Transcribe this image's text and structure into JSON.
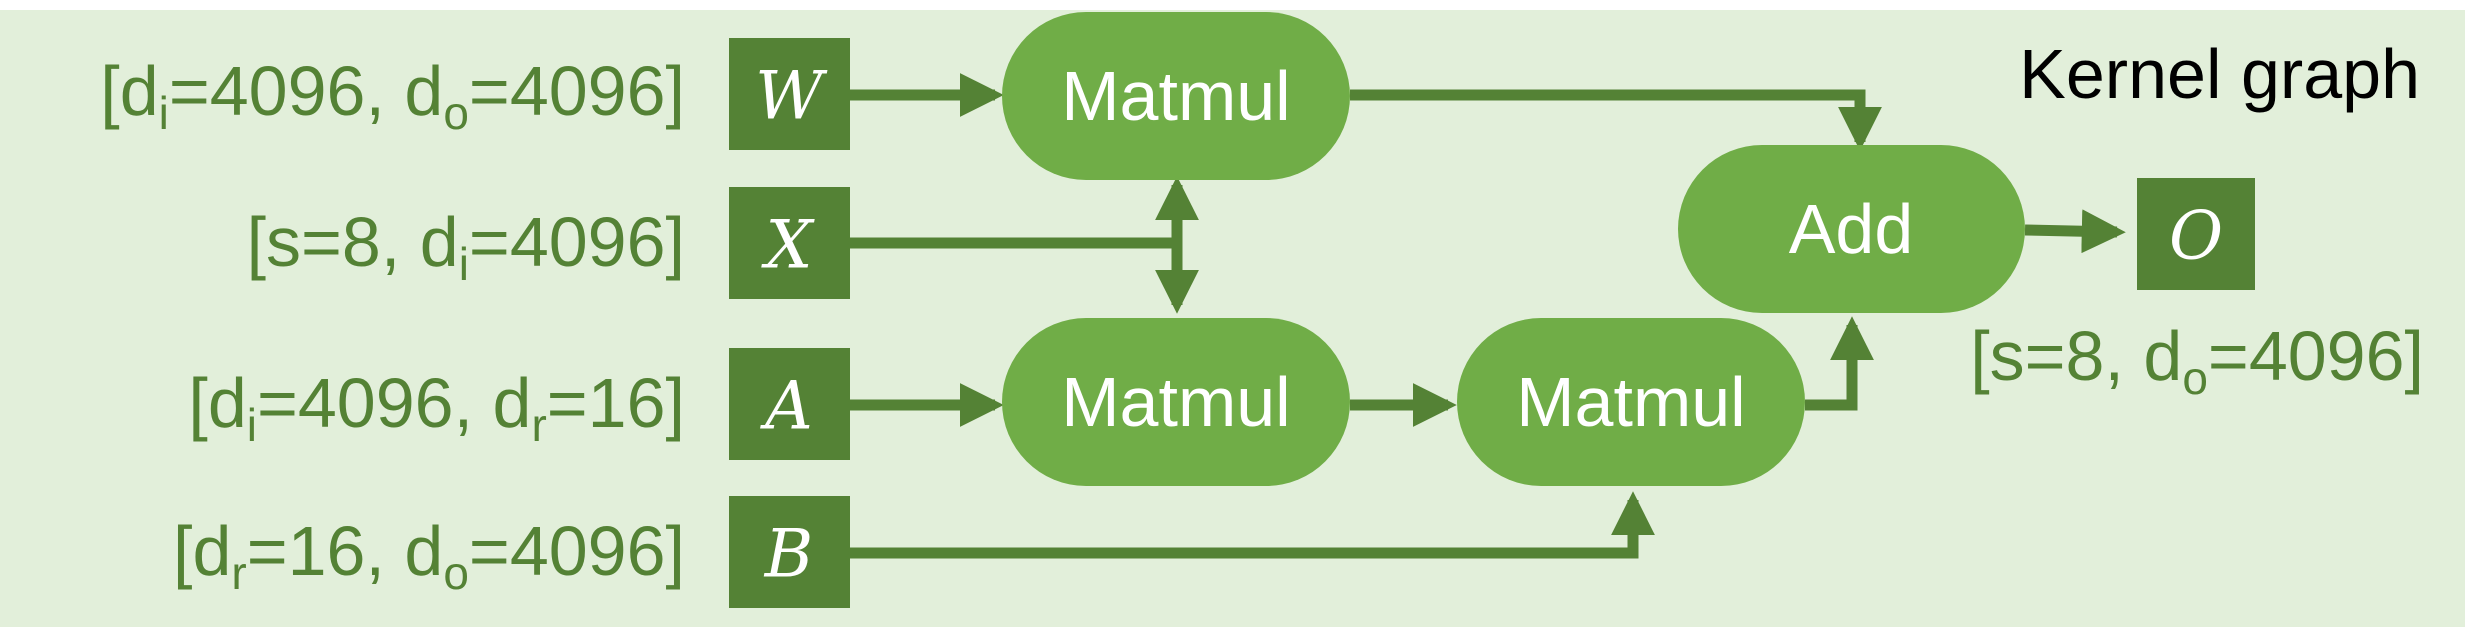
{
  "title": "Kernel graph",
  "colors": {
    "background": "#e2efda",
    "node_fill": "#70ad47",
    "input_fill": "#548235",
    "arrow": "#548235",
    "dim_text": "#548235",
    "node_text": "#ffffff",
    "title_text": "#000000"
  },
  "inputs": [
    {
      "symbol": "W",
      "dims": [
        {
          "base": "d",
          "sub": "i",
          "val": "4096"
        },
        {
          "base": "d",
          "sub": "o",
          "val": "4096"
        }
      ]
    },
    {
      "symbol": "X",
      "dims": [
        {
          "base": "s",
          "sub": "",
          "val": "8"
        },
        {
          "base": "d",
          "sub": "i",
          "val": "4096"
        }
      ]
    },
    {
      "symbol": "A",
      "dims": [
        {
          "base": "d",
          "sub": "i",
          "val": "4096"
        },
        {
          "base": "d",
          "sub": "r",
          "val": "16"
        }
      ]
    },
    {
      "symbol": "B",
      "dims": [
        {
          "base": "d",
          "sub": "r",
          "val": "16"
        },
        {
          "base": "d",
          "sub": "o",
          "val": "4096"
        }
      ]
    }
  ],
  "nodes": {
    "matmul_top": "Matmul",
    "matmul_mid": "Matmul",
    "matmul_right": "Matmul",
    "add": "Add"
  },
  "output": {
    "symbol": "O",
    "dims": [
      {
        "base": "s",
        "sub": "",
        "val": "8"
      },
      {
        "base": "d",
        "sub": "o",
        "val": "4096"
      }
    ]
  }
}
